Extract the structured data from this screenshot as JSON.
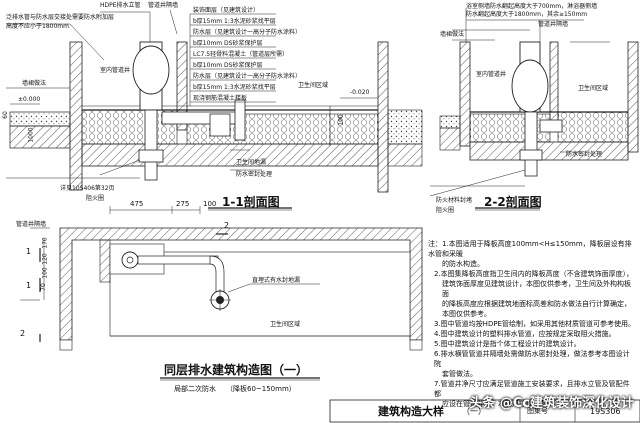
{
  "top_left": {
    "label_hdpe_stack": "HDPE排水立管",
    "label_pipe_shaft": "管道井隔墙",
    "label_flashing": "泛排水管与防水层交接处需要防水附加层",
    "label_flashing2": "高度不应小于1800mm",
    "layers": [
      "装饰面层（见建筑设计）",
      "b厚15mm  1:3水泥砂浆找平层",
      "防水层（见建筑设计一高分子防水涂料）",
      "b厚10mm  DS砂浆保护层",
      "LC7.5轻骨料混凝土（管道层所需）",
      "b厚10mm  DS砂浆保护层",
      "防水层（见建筑设计一高分子防水涂料）",
      "b厚15mm  1:3水泥砂浆找平层",
      "现浇钢筋混凝土楼板"
    ],
    "label_wall_pipe_shaft": "室内管道井",
    "label_wall_skirting": "墙裙做法",
    "label_elev_0": "±0.000",
    "label_elev_neg": "-0.020",
    "label_bathroom": "卫生间区域",
    "label_dim_60": "60",
    "label_dim_100": "100",
    "label_dim_1000": "1000",
    "label_floor_drain": "卫生间地漏",
    "label_waterproof_seal": "防水密封处理",
    "label_see_atlas": "详见10S406第32页",
    "label_fire_ring": "阻火圈",
    "section_title": "1-1剖面图"
  },
  "top_right": {
    "note1": "浴室侧墙防水翻起高度大于700mm，淋浴器侧墙",
    "note2": "防水翻起高度大于1800mm，其余≥150mm",
    "label_pipe_shaft": "管道井隔墙",
    "label_wall_skirting": "墙裙做法",
    "label_indoor_shaft": "室内管道井",
    "label_bathroom": "卫生间区域",
    "label_waterproof_seal": "防水密封处理",
    "label_fire_material": "防火材料封堵",
    "label_fire_ring": "阻火圈",
    "section_title": "2-2剖面图"
  },
  "plan": {
    "dim_475": "475",
    "dim_275": "275",
    "dim_100": "100",
    "label_pipe_shaft": "管道井隔墙",
    "label_side_drain": "直埋式有水封地漏",
    "label_bathroom": "卫生间区域",
    "section_mark_1": "1",
    "section_mark_2": "2",
    "dims_left": [
      "170",
      "120",
      "100",
      "70"
    ],
    "title": "同层排水建筑构造图（一）",
    "subtitle": "局部二次防水",
    "subtitle2": "（降板60~150mm）"
  },
  "notes": [
    "注：1.本图适用于降板高度100mm<H≤150mm，降板层设有排水管和采暖",
    "的防水构造。",
    "2.本图集降板高度指卫生间内的降板高度（不含建筑饰面厚度），",
    "建筑饰面厚度见建筑设计，本图仅供参考，卫生间及外构构板面",
    "的降板高度应根据建筑地面标高差和防水做法自行计算确定，本图仅供参考。",
    "3.图中管道均按HDPE管绘制，如采用其他材质管道可参考使用。",
    "4.图中建筑设计的塑料排水管道，应按规定采取阻火措施。",
    "5.图中建筑设计是指个体工程设计的建筑设计。",
    "6.排水横管管道井隔墙处需做防水密封处理，做法参考本图设计院",
    "套管做法。",
    "7.管道井净尺寸应满足管道施工安装要求，且排水立管及管配件都",
    "应设在管道井内，本图尺寸仅示意。"
  ],
  "title_block": {
    "title": "建筑构造大样",
    "sub": "（一）",
    "label_atlas": "图集号",
    "atlas_no": "19S306"
  },
  "watermark": "头条 @Cc建筑装饰深化设计"
}
